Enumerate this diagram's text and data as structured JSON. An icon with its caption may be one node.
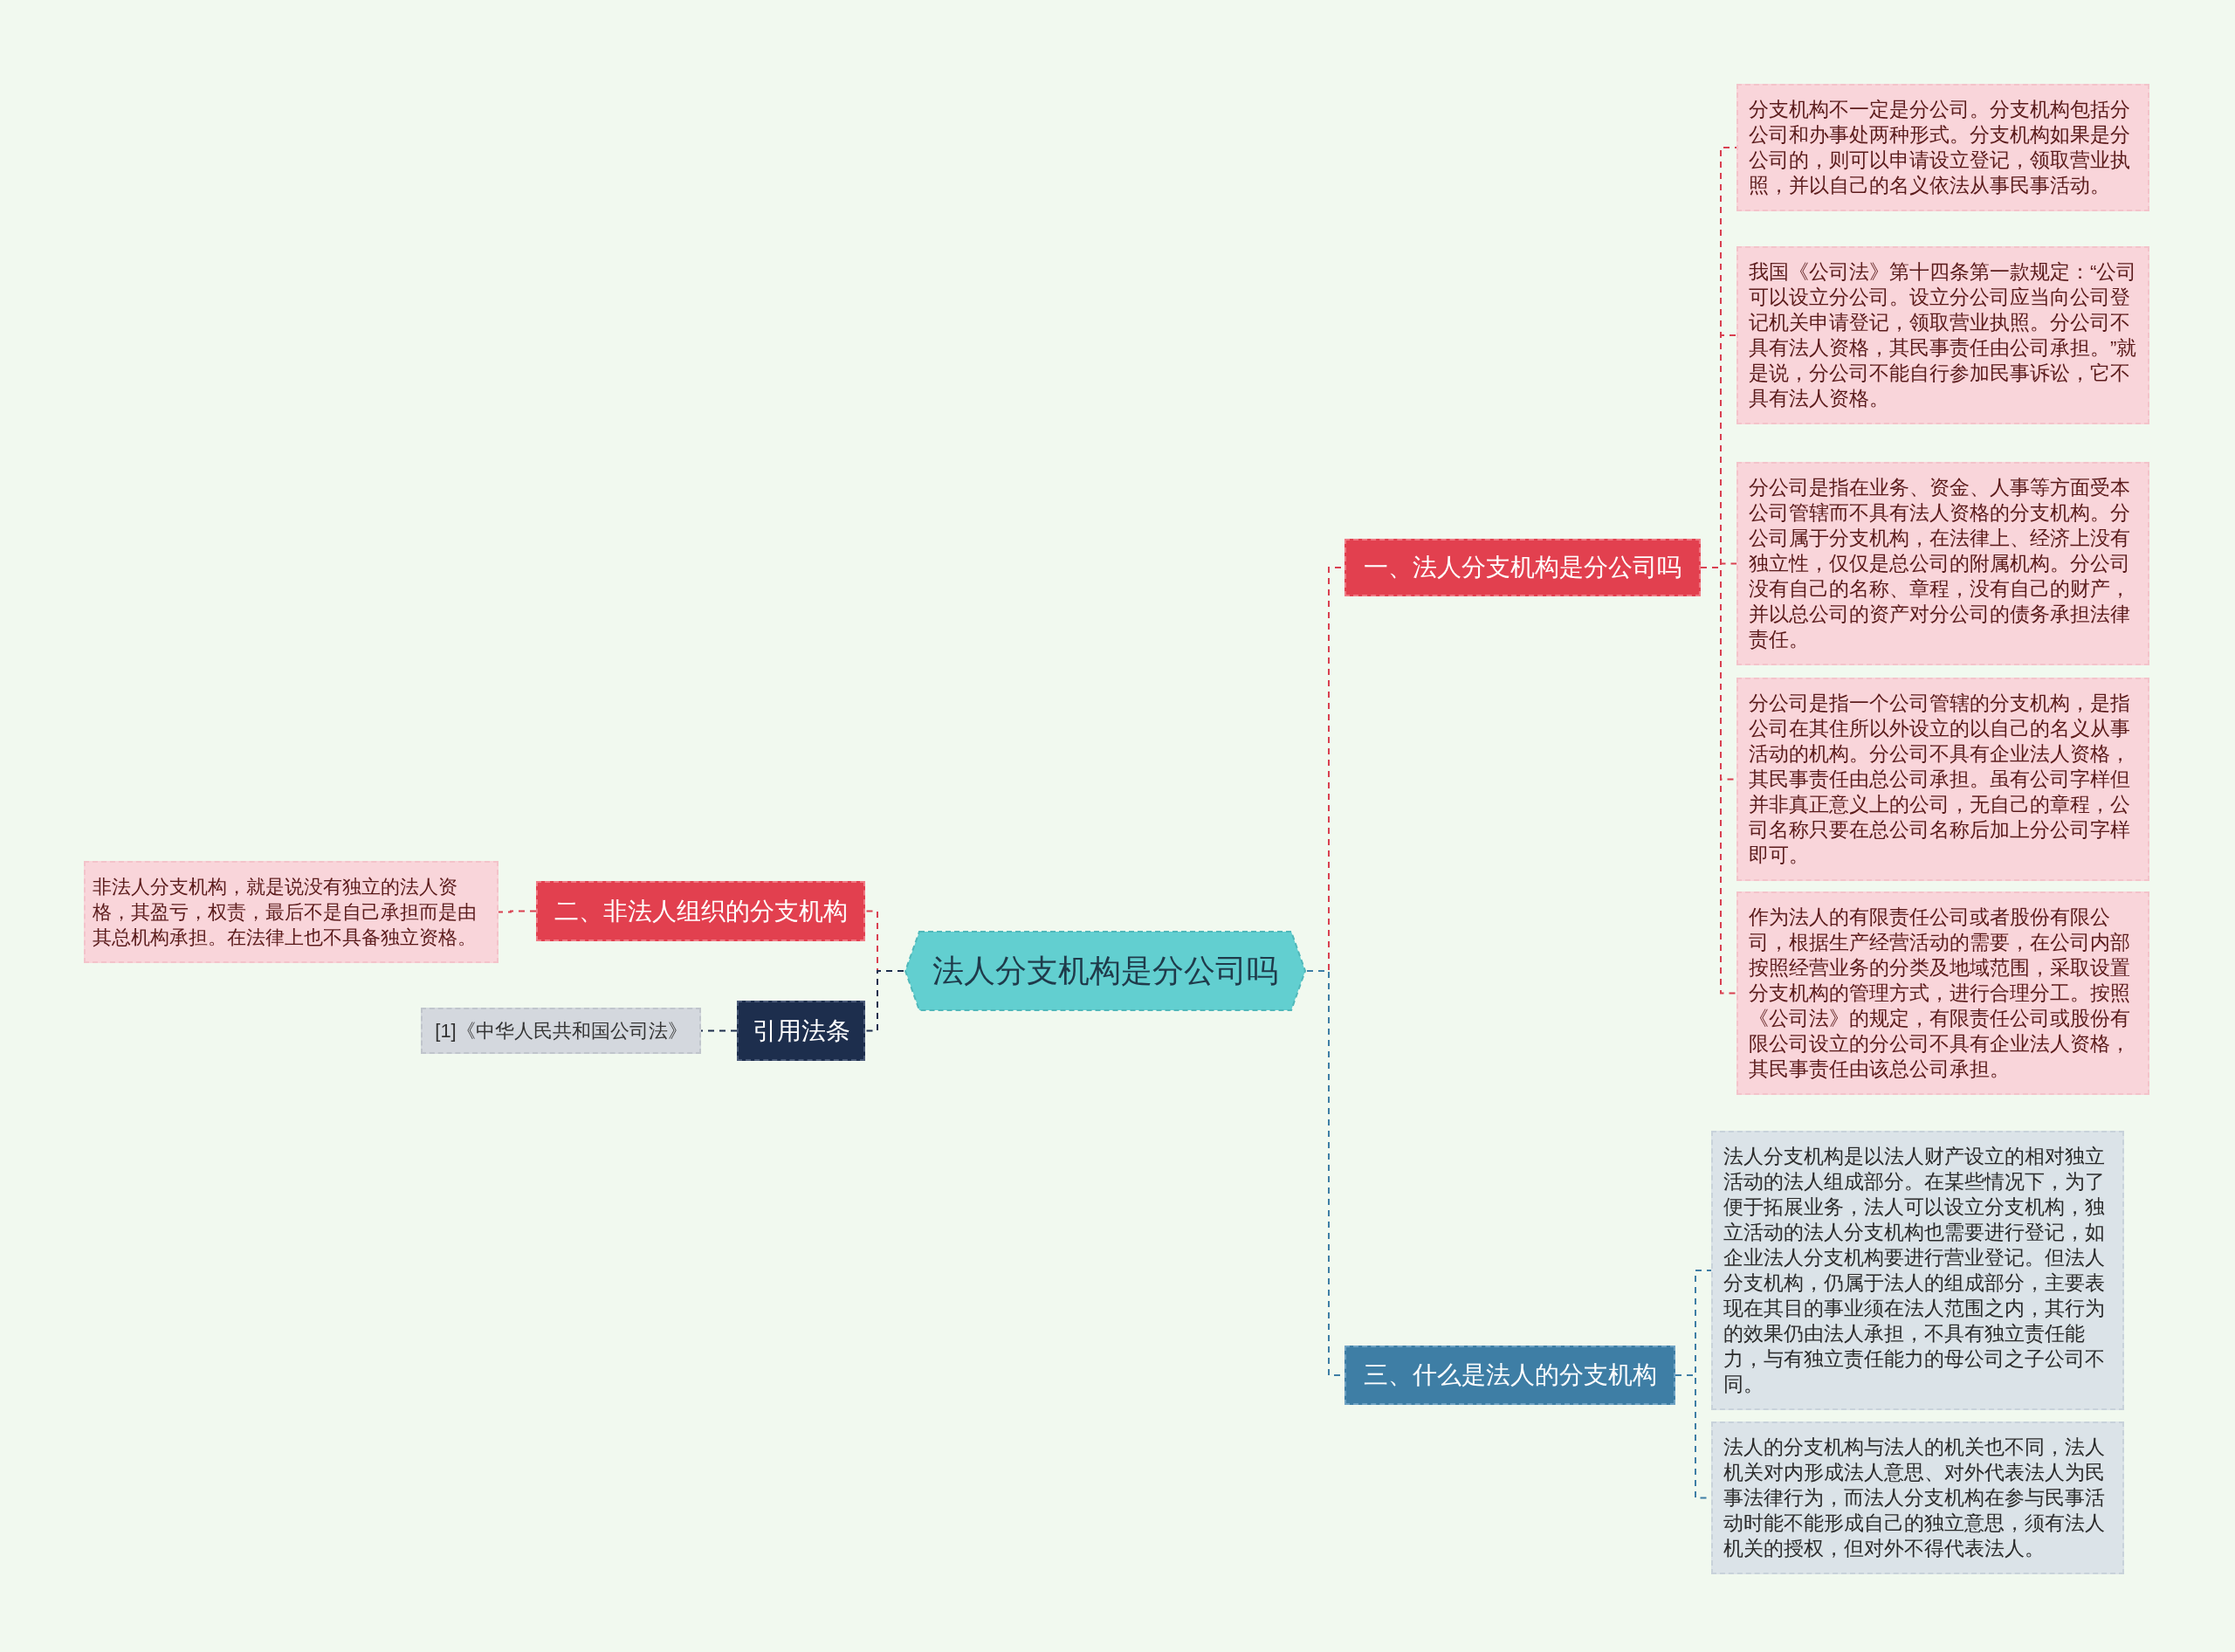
{
  "diagram": {
    "nodes": [
      {
        "text": [
          "法人分支机构是分公司吗"
        ]
      },
      {
        "text": [
          "一、法人分支机构是分公司吗"
        ]
      },
      {
        "text": [
          "分支机构不一定是分公司。分支机构包括分公司和办事处两种形式。分支机构如果是分公司的，则可以申请设立登记，领取营业执照，并以自己的名义依法从事民事活动。"
        ]
      },
      {
        "text": [
          "我国《公司法》第十四条第一款规定：“公司可以设立分公司。设立分公司应当向公司登记机关申请登记，领取营业执照。分公司不具有法人资格，其民事责任由公司承担。”就是说，分公司不能自行参加民事诉讼，它不具有法人资格。"
        ]
      },
      {
        "text": [
          "分公司是指在业务、资金、人事等方面受本公司管辖而不具有法人资格的分支机构。分公司属于分支机构，在法律上、经济上没有独立性，仅仅是总公司的附属机构。分公司没有自己的名称、章程，没有自己的财产，并以总公司的资产对分公司的债务承担法律责任。"
        ]
      },
      {
        "text": [
          "分公司是指一个公司管辖的分支机构，是指公司在其住所以外设立的以自己的名义从事活动的机构。分公司不具有企业法人资格，其民事责任由总公司承担。虽有公司字样但并非真正意义上的公司，无自己的章程，公司名称只要在总公司名称后加上分公司字样即可。"
        ]
      },
      {
        "text": [
          "作为法人的有限责任公司或者股份有限公司，根据生产经营活动的需要，在公司内部按照经营业务的分类及地域范围，采取设置分支机构的管理方式，进行合理分工。按照《公司法》的规定，有限责任公司或股份有限公司设立的分公司不具有企业法人资格，其民事责任由该总公司承担。"
        ]
      },
      {
        "text": [
          "三、什么是法人的分支机构"
        ]
      },
      {
        "text": [
          "法人分支机构是以法人财产设立的相对独立活动的法人组成部分。在某些情况下，为了便于拓展业务，法人可以设立分支机构，独立活动的法人分支机构也需要进行登记，如企业法人分支机构要进行营业登记。但法人分支机构，仍属于法人的组成部分，主要表现在其目的事业须在法人范围之内，其行为的效果仍由法人承担，不具有独立责任能力，与有独立责任能力的母公司之子公司不同。"
        ]
      },
      {
        "text": [
          "法人的分支机构与法人的机关也不同，法人机关对内形成法人意思、对外代表法人为民事法律行为，而法人分支机构在参与民事活动时能不能形成自己的独立意思，须有法人机关的授权，但对外不得代表法人。"
        ]
      },
      {
        "text": [
          "二、非法人组织的分支机构"
        ]
      },
      {
        "text": [
          "非法人分支机构，就是说没有独立的法人资格，其盈亏，权责，最后不是自己承担而是由其总机构承担。在法律上也不具备独立资格。"
        ]
      },
      {
        "text": [
          "引用法条"
        ]
      },
      {
        "text": [
          "[1]《中华人民共和国公司法》"
        ]
      }
    ],
    "edges": [
      {
        "from": 0,
        "to": 1,
        "arrow": "none",
        "style": "dashed"
      },
      {
        "from": 1,
        "to": 2,
        "arrow": "none",
        "style": "dashed"
      },
      {
        "from": 1,
        "to": 3,
        "arrow": "none",
        "style": "dashed"
      },
      {
        "from": 1,
        "to": 4,
        "arrow": "none",
        "style": "dashed"
      },
      {
        "from": 1,
        "to": 5,
        "arrow": "none",
        "style": "dashed"
      },
      {
        "from": 1,
        "to": 6,
        "arrow": "none",
        "style": "dashed"
      },
      {
        "from": 0,
        "to": 7,
        "arrow": "none",
        "style": "dashed",
        "color": "#3e7ea5"
      },
      {
        "from": 7,
        "to": 8,
        "arrow": "none",
        "style": "dashed",
        "color": "#3e7ea5"
      },
      {
        "from": 7,
        "to": 9,
        "arrow": "none",
        "style": "dashed",
        "color": "#3e7ea5"
      },
      {
        "from": 0,
        "to": 10,
        "arrow": "none",
        "style": "dashed"
      },
      {
        "from": 10,
        "to": 11,
        "arrow": "none",
        "style": "dashed"
      },
      {
        "from": 0,
        "to": 12,
        "arrow": "none",
        "style": "dashed",
        "color": "#1d2e4d"
      },
      {
        "from": 12,
        "to": 13,
        "arrow": "none",
        "style": "dashed",
        "color": "#1d2e4d"
      }
    ]
  }
}
